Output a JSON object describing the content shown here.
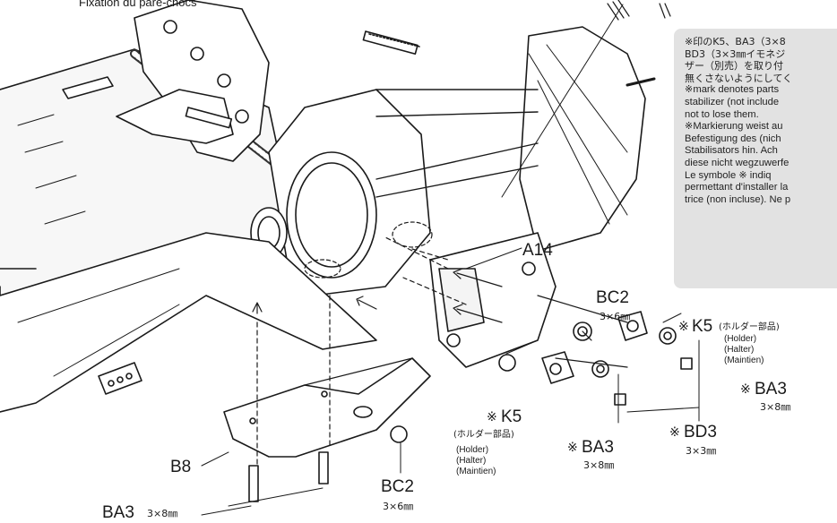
{
  "header": {
    "caption": "Fixation du pare-chocs"
  },
  "note": {
    "lines": [
      "※印のK5、BA3（3×8",
      "BD3（3×3㎜イモネジ",
      "ザー（別売）を取り付",
      "無くさないようにしてく",
      "※mark denotes parts",
      "stabilizer (not include",
      "not to lose them.",
      "※Markierung weist au",
      "Befestigung des (nich",
      "Stabilisators hin. Ach",
      "diese nicht wegzuwerfe",
      "Le symbole ※ indiq",
      "permettant d'installer la",
      "trice (non incluse). Ne p"
    ]
  },
  "labels": {
    "a14": "A14",
    "bc2_top": "BC2",
    "bc2_top_size": "3×6㎜",
    "k5_right_mark": "※",
    "k5_right": "K5",
    "k5_right_jp": "(ホルダー部品)",
    "k5_right_en": "(Holder)",
    "k5_right_de": "(Halter)",
    "k5_right_fr": "(Maintien)",
    "ba3_right_mark": "※",
    "ba3_right": "BA3",
    "ba3_right_size": "3×8㎜",
    "k5_mid_mark": "※",
    "k5_mid": "K5",
    "k5_mid_jp": "(ホルダー部品)",
    "k5_mid_en": "(Holder)",
    "k5_mid_de": "(Halter)",
    "k5_mid_fr": "(Maintien)",
    "ba3_mid_mark": "※",
    "ba3_mid": "BA3",
    "ba3_mid_size": "3×8㎜",
    "bd3_mark": "※",
    "bd3": "BD3",
    "bd3_size": "3×3㎜",
    "b8": "B8",
    "bc2_bottom": "BC2",
    "bc2_bottom_size": "3×6㎜",
    "ba3_bottom": "BA3",
    "ba3_bottom_size": "3×8㎜"
  },
  "colors": {
    "line": "#1a1a1a",
    "note_bg": "#e2e2e2",
    "part_fill": "#f4f4f4"
  }
}
